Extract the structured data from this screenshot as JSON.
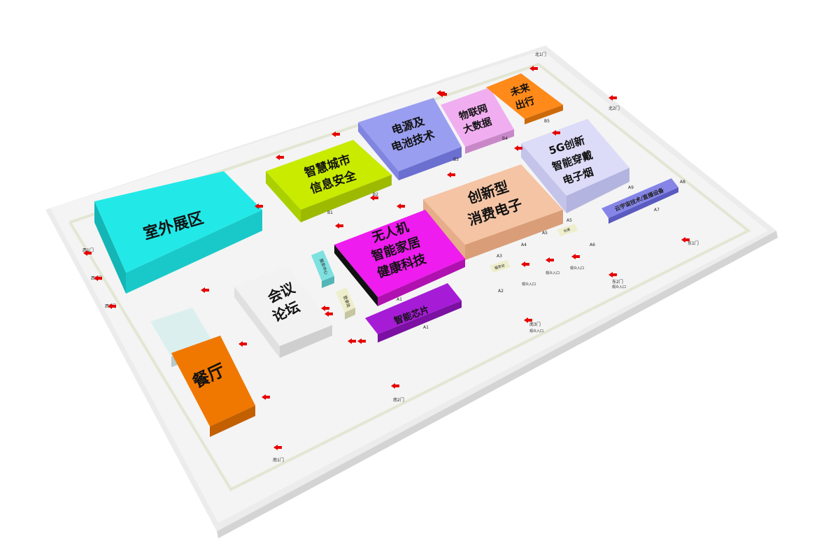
{
  "halls": {
    "outdoor": "室外展区",
    "smart_city": [
      "智慧城市",
      "信息安全"
    ],
    "power": [
      "电源及",
      "电池技术"
    ],
    "iot": [
      "物联网",
      "大数据"
    ],
    "mobility": [
      "未来",
      "出行"
    ],
    "fiveg": [
      "5G创新",
      "智能穿戴",
      "电子烟"
    ],
    "consumer": [
      "创新型",
      "消费电子"
    ],
    "smart_home": [
      "无人机",
      "智能家居",
      "健康科技"
    ],
    "chip": "智能芯片",
    "meeting": [
      "会议",
      "论坛"
    ],
    "restaurant": "餐厅",
    "metaverse": "云宇宙技术/直播设备"
  },
  "service": {
    "service_center": "服务中心",
    "registration": "登录处",
    "info_desk": "服务台",
    "warehouse": "仓库"
  },
  "zone_labels": {
    "b1": "B1",
    "b2": "B2",
    "b3": "B3",
    "b4": "B4",
    "b5": "B5",
    "a1": "A1",
    "a1b": "A1",
    "a2": "A2",
    "a3": "A3",
    "a4": "A4",
    "a5": "A5",
    "a6": "A6",
    "a7": "A7",
    "a8": "A8",
    "a9": "A9",
    "a5b": "A5"
  },
  "gates": {
    "west1": "西1门",
    "west2": "西2门",
    "west3": "西3门",
    "south1": "南1门",
    "south2": "南2门",
    "south3": "南3门",
    "north1": "北1门",
    "north2": "北2门",
    "east1": "东1门",
    "east2": "东2门"
  },
  "entry_label": "观众入口"
}
